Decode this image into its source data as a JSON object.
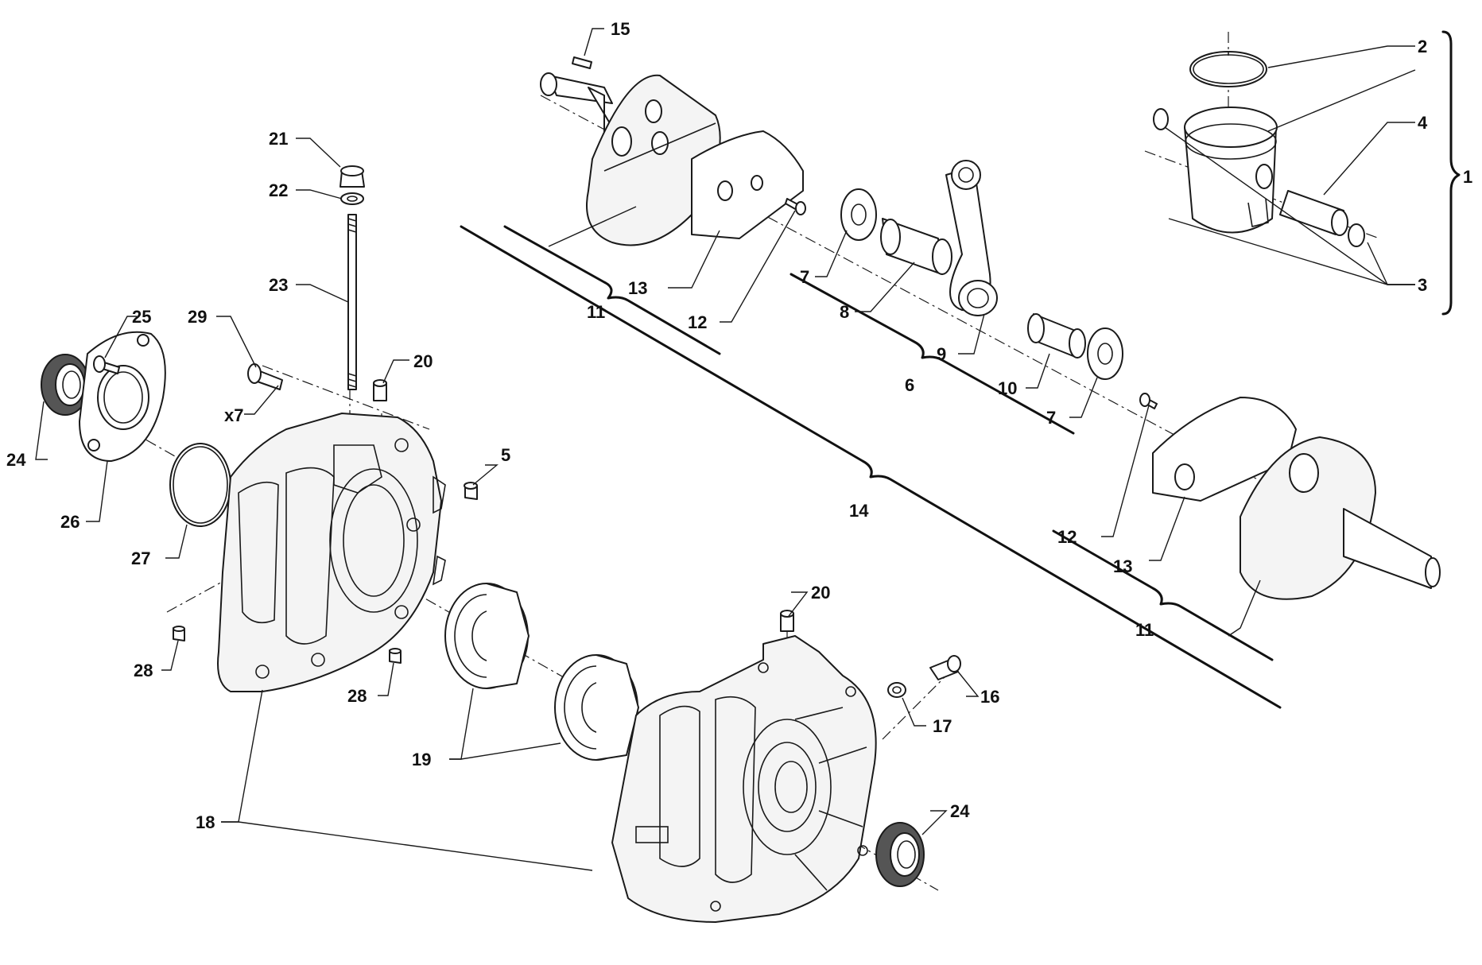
{
  "callouts": {
    "c1": "1",
    "c2": "2",
    "c3": "3",
    "c4": "4",
    "c5": "5",
    "c6": "6",
    "c7a": "7",
    "c7b": "7",
    "c8": "8",
    "c9": "9",
    "c10": "10",
    "c11a": "11",
    "c11b": "11",
    "c12a": "12",
    "c12b": "12",
    "c13a": "13",
    "c13b": "13",
    "c14": "14",
    "c15": "15",
    "c16": "16",
    "c17": "17",
    "c18": "18",
    "c19": "19",
    "c20a": "20",
    "c20b": "20",
    "c21": "21",
    "c22": "22",
    "c23": "23",
    "c24a": "24",
    "c24b": "24",
    "c25": "25",
    "c26": "26",
    "c27": "27",
    "c28a": "28",
    "c28b": "28",
    "c29": "29",
    "qty_bolts": "x7"
  },
  "colors": {
    "line": "#1a1a1a",
    "seal_fill": "#555555",
    "background": "#ffffff"
  }
}
